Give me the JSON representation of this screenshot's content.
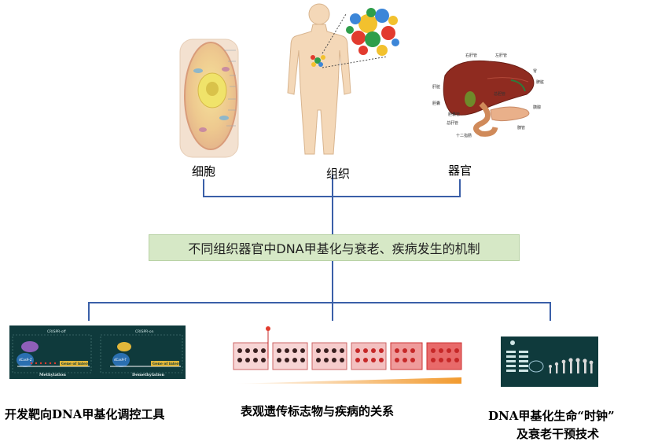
{
  "top": {
    "cell_label": "细胞",
    "tissue_label": "组织",
    "organ_label": "器官"
  },
  "center": {
    "title": "不同组织器官中DNA甲基化与衰老、疾病发生的机制"
  },
  "bottom": {
    "left_caption": "开发靶向DNA甲基化调控工具",
    "middle_caption": "表观遗传标志物与疾病的关系",
    "right_caption_line1": "DNA甲基化生命“时钟”",
    "right_caption_line2": "及衰老干预技术"
  },
  "crispr_panel": {
    "left_header": "CRISPR-off",
    "right_header": "CRISPR-on",
    "gene_label_left": "Gene of interest",
    "gene_label_right": "Gene of interest",
    "left_process": "Methylation",
    "right_process": "Demethylation",
    "dcas9_left": "dCas9-Z",
    "dcas9_right": "dCas9-T"
  },
  "liver_labels": {
    "right_hepatic_duct": "右肝管",
    "left_hepatic_duct": "左肝管",
    "liver": "肝脏",
    "gallbladder": "胆囊",
    "cystic_duct": "胆囊管",
    "common_hepatic_duct": "总肝管",
    "common_bile_duct": "总胆管",
    "duodenum": "十二指肠",
    "pancreatic_duct": "胰管",
    "pancreas": "胰腺",
    "spleen": "脾脏",
    "stomach": "胃"
  },
  "colors": {
    "connector": "#3a5fa8",
    "center_fill": "#d6e8c6",
    "panel_dark": "#0f3a3c"
  }
}
